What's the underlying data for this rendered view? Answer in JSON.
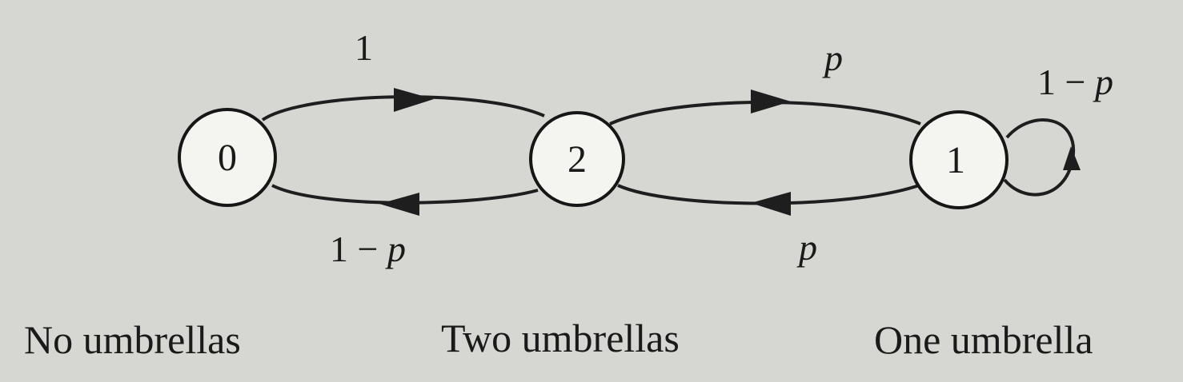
{
  "nodes": [
    {
      "id": "0",
      "label": "0",
      "caption": "No umbrellas"
    },
    {
      "id": "2",
      "label": "2",
      "caption": "Two umbrellas"
    },
    {
      "id": "1",
      "label": "1",
      "caption": "One umbrella"
    }
  ],
  "edges": [
    {
      "from": "0",
      "to": "2",
      "label_num": "1",
      "label_var": ""
    },
    {
      "from": "2",
      "to": "0",
      "label_num": "1 − ",
      "label_var": "p"
    },
    {
      "from": "2",
      "to": "1",
      "label_num": "",
      "label_var": "p"
    },
    {
      "from": "1",
      "to": "2",
      "label_num": "",
      "label_var": "p"
    },
    {
      "from": "1",
      "to": "1",
      "label_num": "1 − ",
      "label_var": "p"
    }
  ]
}
